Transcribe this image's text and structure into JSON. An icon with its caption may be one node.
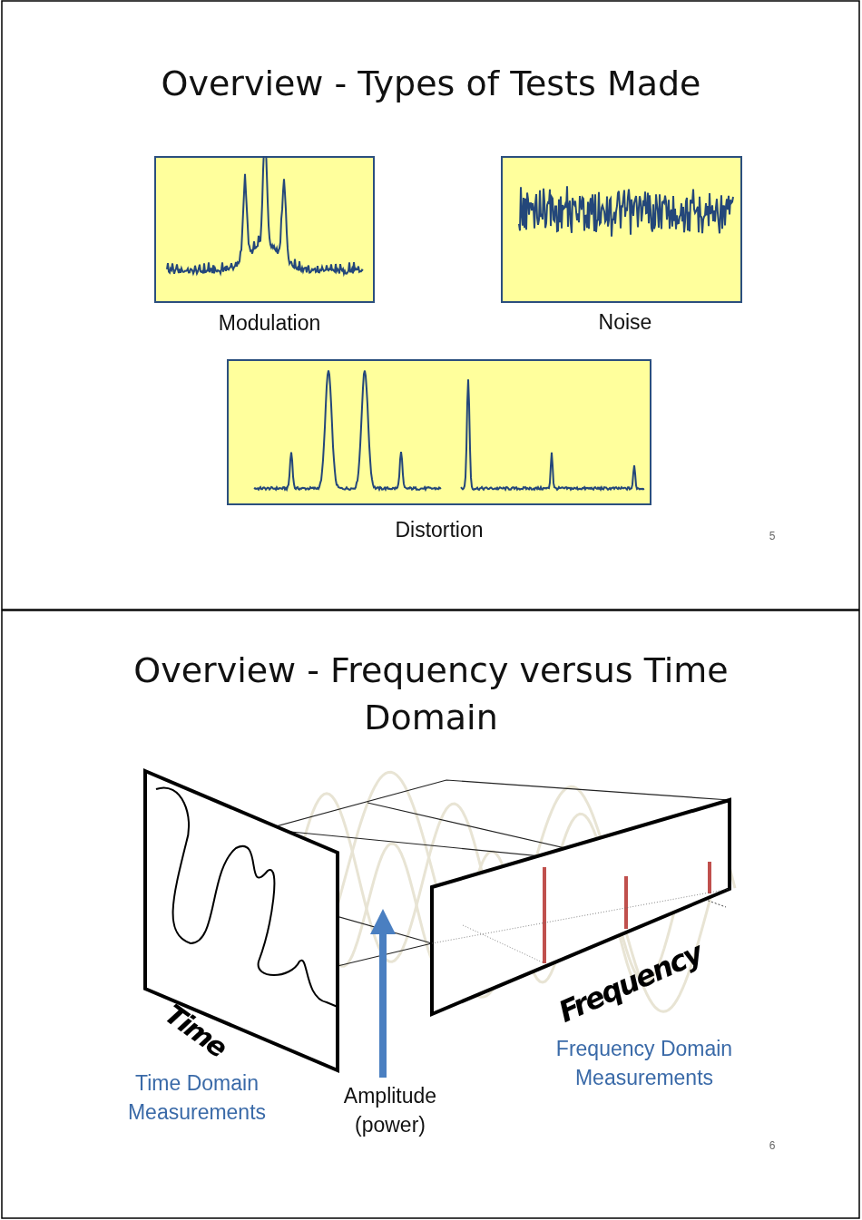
{
  "diagram": {
    "title": "Overview - Types of Tests Made",
    "nodes": [
      {
        "text": [
          "Modulation"
        ]
      },
      {
        "text": [
          "Noise"
        ]
      },
      {
        "text": [
          "Distortion"
        ]
      }
    ],
    "labels": [
      "5",
      "Overview - Frequency versus Time Domain",
      "Time",
      "Frequency",
      "Frequency Domain Measurements",
      "Time Domain Measurements",
      "Amplitude (power)",
      "6"
    ]
  }
}
